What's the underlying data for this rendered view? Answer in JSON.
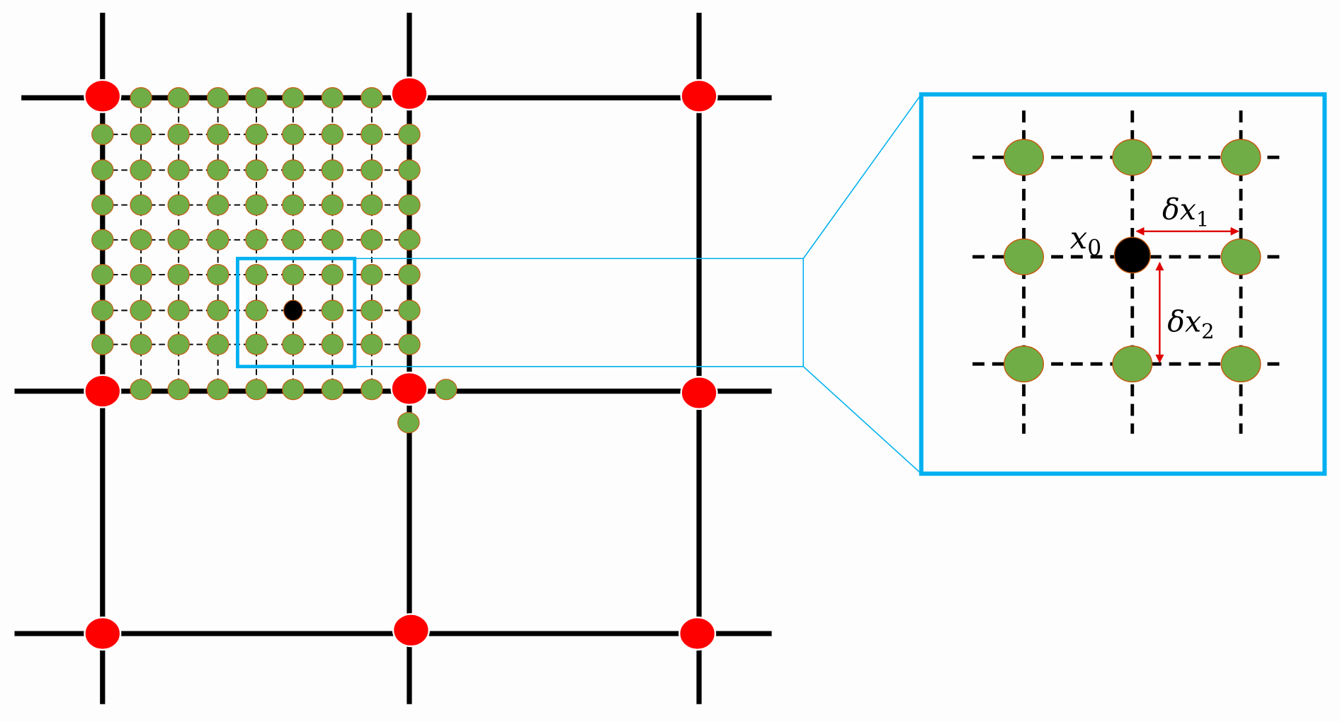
{
  "diagram": {
    "description_labels": {
      "x0": {
        "var": "x",
        "sub": "0"
      },
      "dx1": {
        "var": "δx",
        "sub": "1"
      },
      "dx2": {
        "var": "δx",
        "sub": "2"
      }
    },
    "colors": {
      "coarse_node": "#ff0000",
      "fine_node": "#70ad47",
      "fine_node_outline": "#c55a11",
      "target_node": "#000000",
      "zoom_box": "#00b0f0",
      "arrow": "#e00000",
      "line": "#000000"
    }
  }
}
